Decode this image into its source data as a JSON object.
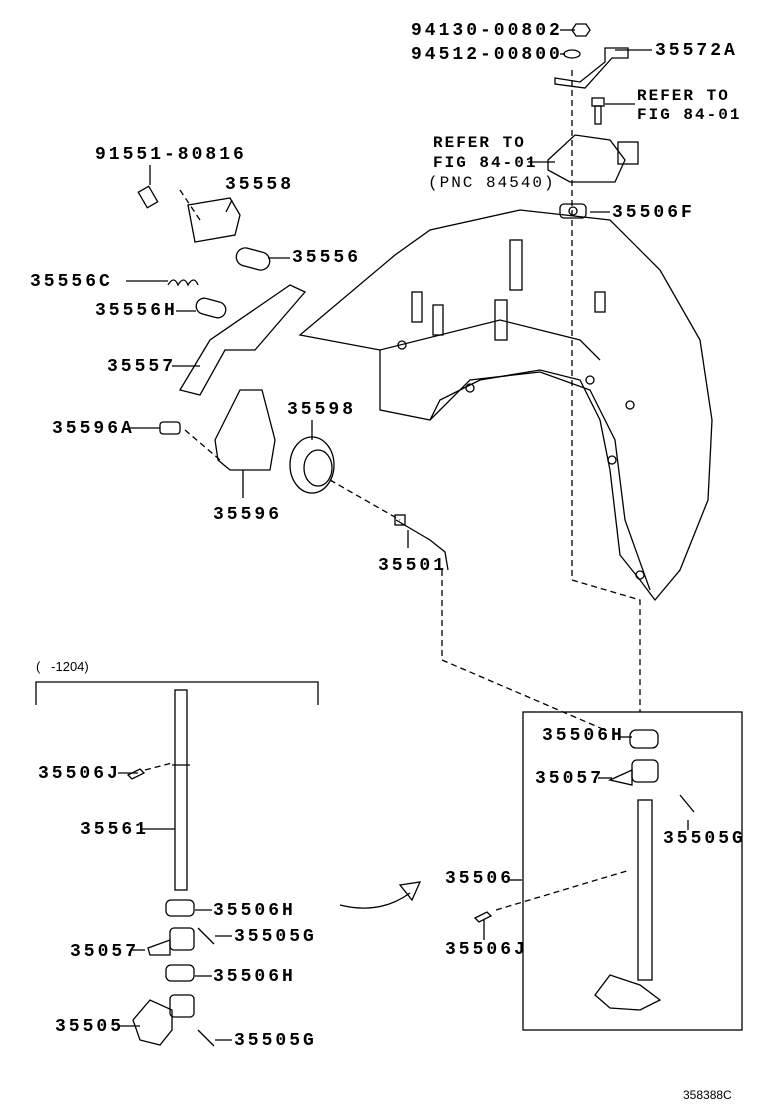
{
  "callouts": {
    "p94130": "94130-00802",
    "p94512": "94512-00800",
    "p35572A": "35572A",
    "p91551": "91551-80816",
    "p35558": "35558",
    "p35556": "35556",
    "p35506F": "35506F",
    "p35556C": "35556C",
    "p35556H": "35556H",
    "p35557": "35557",
    "p35596A": "35596A",
    "p35598": "35598",
    "p35596": "35596",
    "p35501": "35501",
    "l35506J": "35506J",
    "l35561": "35561",
    "l35506H_1": "35506H",
    "l35505G_1": "35505G",
    "l35057": "35057",
    "l35506H_2": "35506H",
    "l35505": "35505",
    "l35505G_2": "35505G",
    "r35506H": "35506H",
    "r35057": "35057",
    "r35505G": "35505G",
    "r35506": "35506",
    "r35506J": "35506J"
  },
  "notes": {
    "refer_right_1": "REFER TO",
    "refer_right_2": "FIG 84-01",
    "refer_left_1": "REFER TO",
    "refer_left_2": "FIG 84-01",
    "refer_left_3": "(PNC 84540)"
  },
  "group_label": "(   -1204)",
  "figure_id": "358388C"
}
